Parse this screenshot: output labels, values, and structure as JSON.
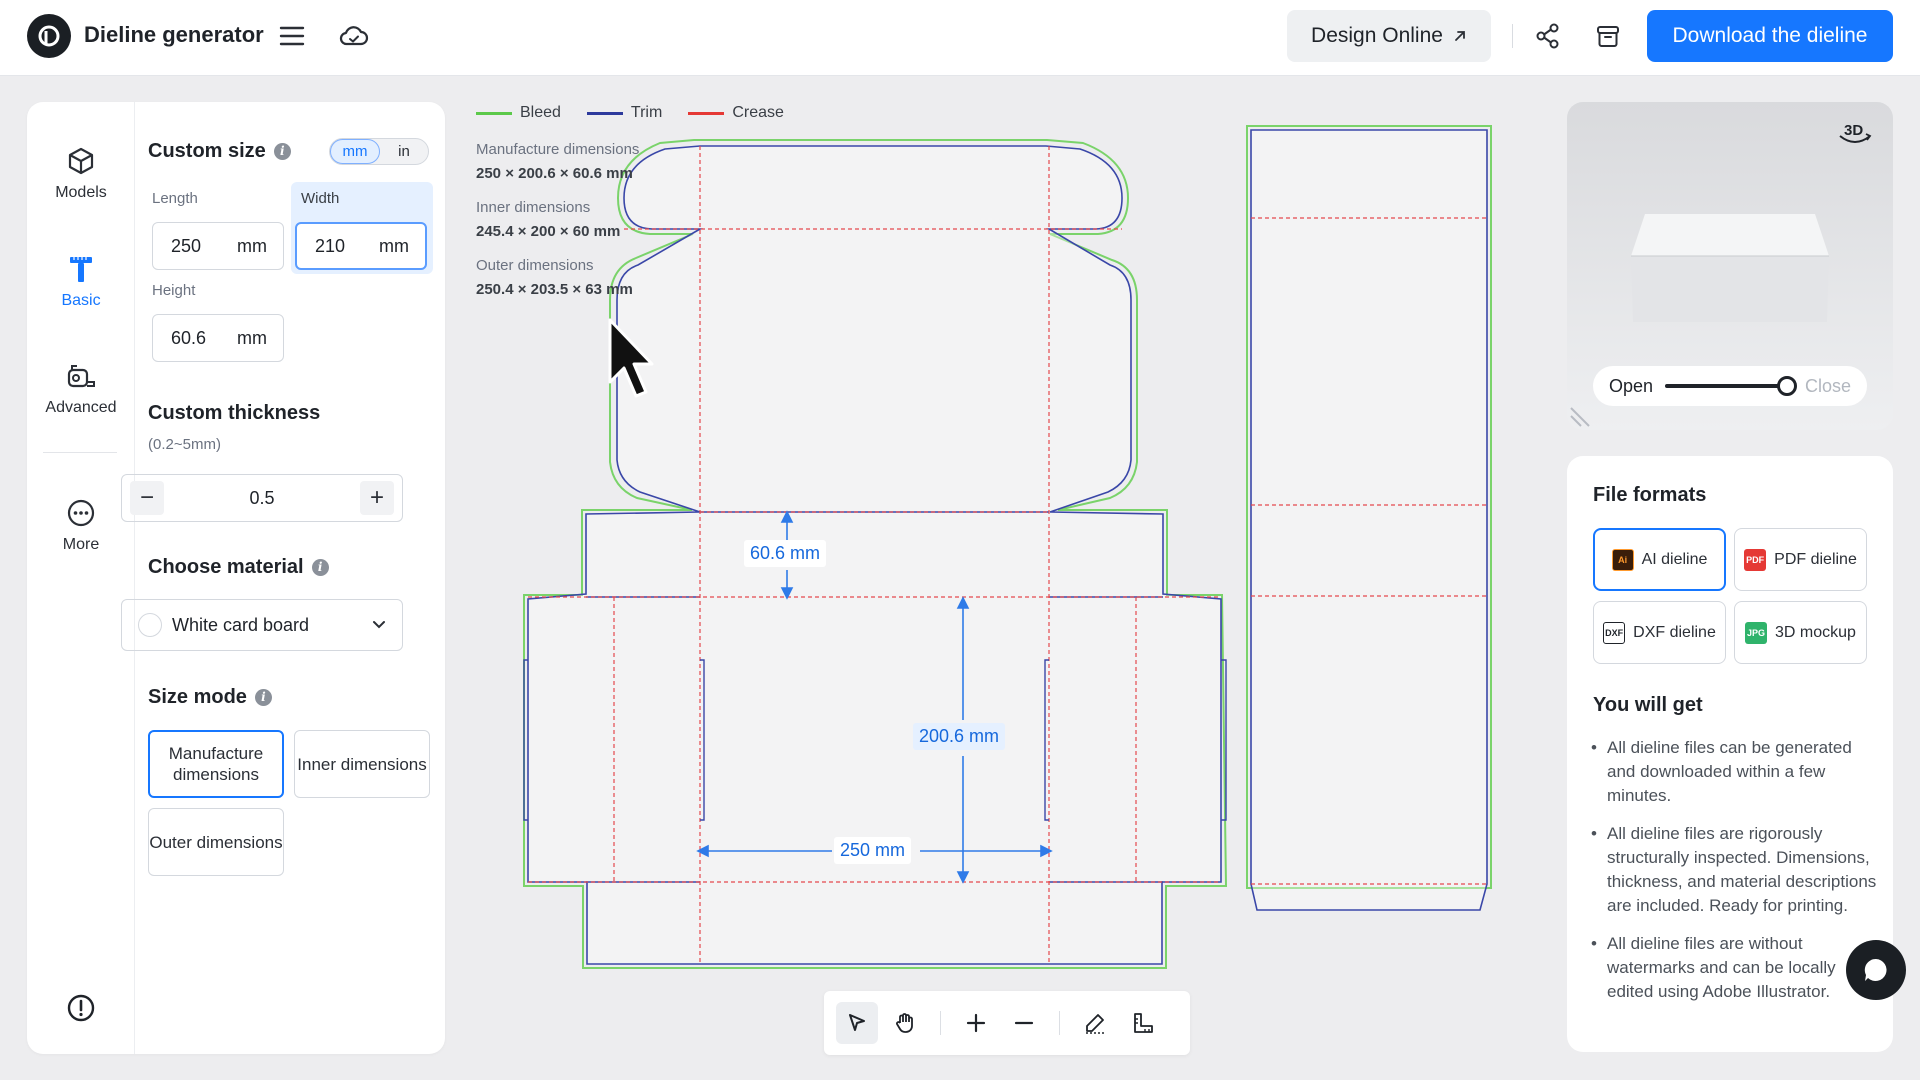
{
  "header": {
    "app_title": "Dieline generator",
    "design_online_label": "Design Online",
    "download_label": "Download the dieline"
  },
  "nav": {
    "items": [
      {
        "label": "Models",
        "icon": "cube-icon"
      },
      {
        "label": "Basic",
        "icon": "ruler-t-icon",
        "active": true
      },
      {
        "label": "Advanced",
        "icon": "measure-tape-icon"
      },
      {
        "label": "More",
        "icon": "more-dots-icon"
      }
    ]
  },
  "custom_size": {
    "title": "Custom size",
    "units": [
      "mm",
      "in"
    ],
    "active_unit": "mm",
    "length": {
      "label": "Length",
      "value": "250",
      "unit": "mm"
    },
    "width": {
      "label": "Width",
      "value": "210",
      "unit": "mm"
    },
    "height": {
      "label": "Height",
      "value": "60.6",
      "unit": "mm"
    }
  },
  "thickness": {
    "title": "Custom thickness",
    "range_note": "(0.2~5mm)",
    "value": "0.5",
    "minus": "−",
    "plus": "+"
  },
  "material": {
    "title": "Choose material",
    "selected": "White card board"
  },
  "size_mode": {
    "title": "Size mode",
    "options": [
      "Manufacture dimensions",
      "Inner dimensions",
      "Outer dimensions"
    ],
    "active": "Manufacture dimensions"
  },
  "legend": {
    "items": [
      {
        "label": "Bleed",
        "color": "#5cc94a"
      },
      {
        "label": "Trim",
        "color": "#2d3a9c"
      },
      {
        "label": "Crease",
        "color": "#e53935"
      }
    ]
  },
  "dimensions_info": {
    "manufacture": {
      "label": "Manufacture dimensions",
      "value": "250 × 200.6 × 60.6 mm"
    },
    "inner": {
      "label": "Inner dimensions",
      "value": "245.4 × 200 × 60 mm"
    },
    "outer": {
      "label": "Outer dimensions",
      "value": "250.4 × 203.5 × 63 mm"
    }
  },
  "canvas_labels": {
    "height": "60.6 mm",
    "depth": "200.6 mm",
    "length": "250 mm"
  },
  "preview": {
    "badge": "3D",
    "open_label": "Open",
    "close_label": "Close",
    "fold_level": 1.0
  },
  "file_formats": {
    "title": "File formats",
    "options": [
      {
        "label": "AI dieline",
        "badge": "Ai",
        "color": "#e86a10",
        "active": true
      },
      {
        "label": "PDF dieline",
        "badge": "PDF",
        "color": "#e53935"
      },
      {
        "label": "DXF dieline",
        "badge": "DXF",
        "color": "#3a3f46"
      },
      {
        "label": "3D mockup",
        "badge": "JPG",
        "color": "#2fb36b"
      }
    ]
  },
  "you_will_get": {
    "title": "You will get",
    "items": [
      "All dieline files can be generated and downloaded within a few minutes.",
      "All dieline files are rigorously structurally inspected. Dimensions, thickness, and material descriptions are included. Ready for printing.",
      "All dieline files are without watermarks and can be locally edited using Adobe Illustrator."
    ]
  }
}
